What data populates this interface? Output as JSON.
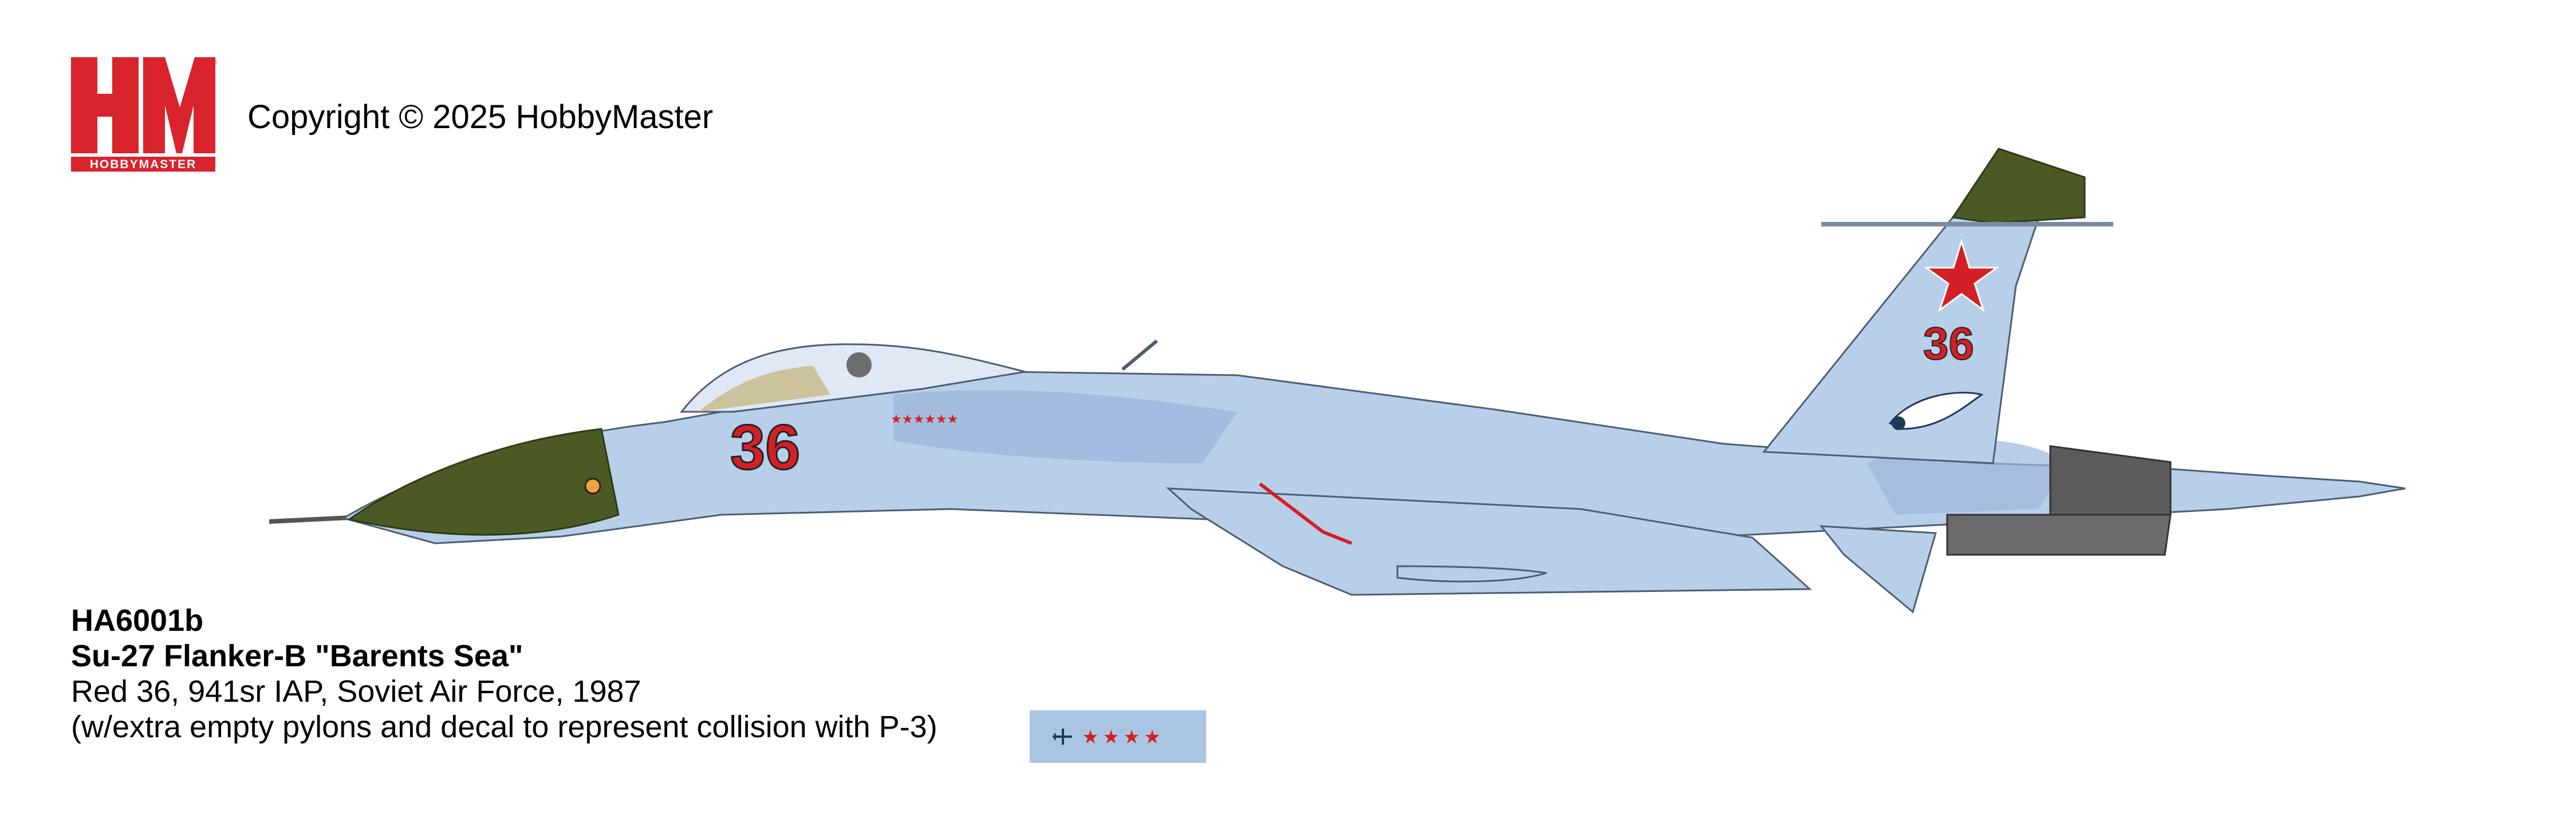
{
  "logo": {
    "mark": "HM",
    "wordmark": "HOBBYMASTER",
    "registered": "®",
    "color": "#d9232d"
  },
  "copyright": "Copyright © 2025 HobbyMaster",
  "aircraft": {
    "nose_number": "36",
    "tail_number": "36",
    "colors": {
      "camo": "#b8cfe9",
      "camo_dark": "#9db7dc",
      "radome": "#4b5a25",
      "number": "#d32027",
      "star": "#d32027",
      "nozzle": "#5b5b5b"
    }
  },
  "product": {
    "code": "HA6001b",
    "name": "Su-27 Flanker-B \"Barents Sea\"",
    "unit": "Red 36, 941sr IAP, Soviet Air Force, 1987",
    "note": "(w/extra empty pylons and decal to represent collision with P-3)"
  },
  "decal": {
    "background": "#a9c5e3",
    "icons": [
      "plane-icon",
      "star-icon",
      "star-icon",
      "star-icon",
      "star-icon"
    ]
  }
}
